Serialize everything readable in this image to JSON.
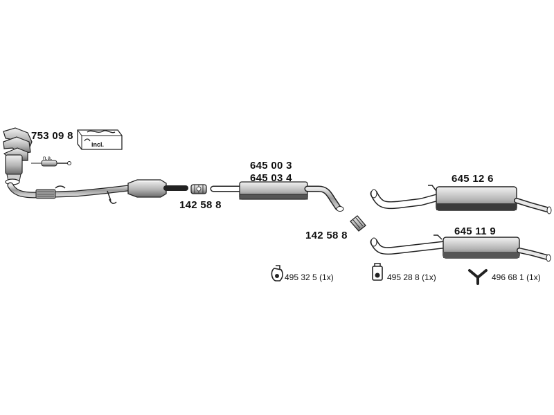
{
  "parts": {
    "manifold": {
      "number": "753 09 8",
      "note": "n.a.",
      "badge": "incl."
    },
    "connector_1": {
      "number": "142 58 8"
    },
    "front_muffler": {
      "numbers": [
        "645 00 3",
        "645 03 4"
      ]
    },
    "connector_2": {
      "number": "142 58 8"
    },
    "rear_muffler_a": {
      "number": "645 12 6"
    },
    "rear_muffler_b": {
      "number": "645 11 9"
    }
  },
  "mounts": [
    {
      "number": "495 32 5",
      "qty": "(1x)",
      "icon": "rubber-hanger-icon"
    },
    {
      "number": "495 28 8",
      "qty": "(1x)",
      "icon": "rubber-mount-icon"
    },
    {
      "number": "496 68 1",
      "qty": "(1x)",
      "icon": "y-hanger-icon"
    }
  ]
}
